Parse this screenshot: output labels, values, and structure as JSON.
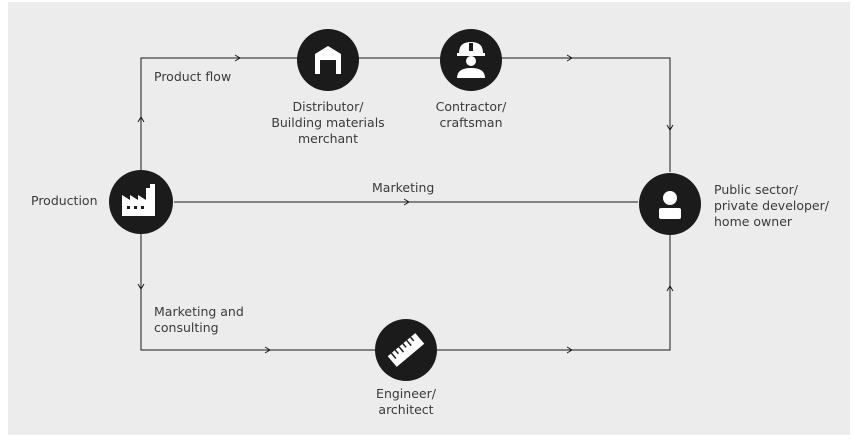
{
  "diagram": {
    "nodes": {
      "production": {
        "label": "Production",
        "icon": "factory-icon"
      },
      "distributor": {
        "label_lines": [
          "Distributor/",
          "Building materials",
          "merchant"
        ],
        "icon": "warehouse-icon"
      },
      "contractor": {
        "label_lines": [
          "Contractor/",
          "craftsman"
        ],
        "icon": "hardhat-worker-icon"
      },
      "customer": {
        "label_lines": [
          "Public sector/",
          "private developer/",
          "home owner"
        ],
        "icon": "person-icon"
      },
      "engineer": {
        "label_lines": [
          "Engineer/",
          "architect"
        ],
        "icon": "ruler-icon"
      }
    },
    "flows": {
      "product_flow": "Product flow",
      "marketing": "Marketing",
      "marketing_consulting_lines": [
        "Marketing and",
        "consulting"
      ]
    },
    "colors": {
      "background": "#ececec",
      "node": "#1b1b1b",
      "line": "#1a1a1a",
      "text": "#3a3a3a"
    }
  }
}
